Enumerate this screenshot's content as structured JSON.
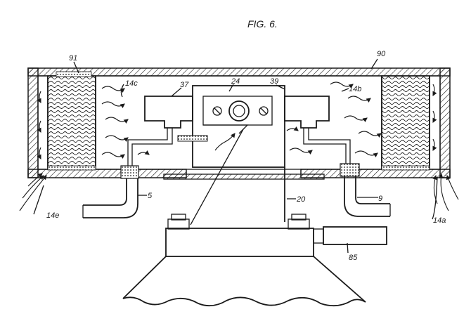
{
  "figure": {
    "title": "FIG. 6.",
    "labels": {
      "l91": "91",
      "l90": "90",
      "l14c": "14c",
      "l37": "37",
      "l24": "24",
      "l39": "39",
      "l14b": "14b",
      "l20": "20",
      "l5": "5",
      "l9": "9",
      "l14e": "14e",
      "l14a": "14a",
      "l85": "85"
    }
  }
}
